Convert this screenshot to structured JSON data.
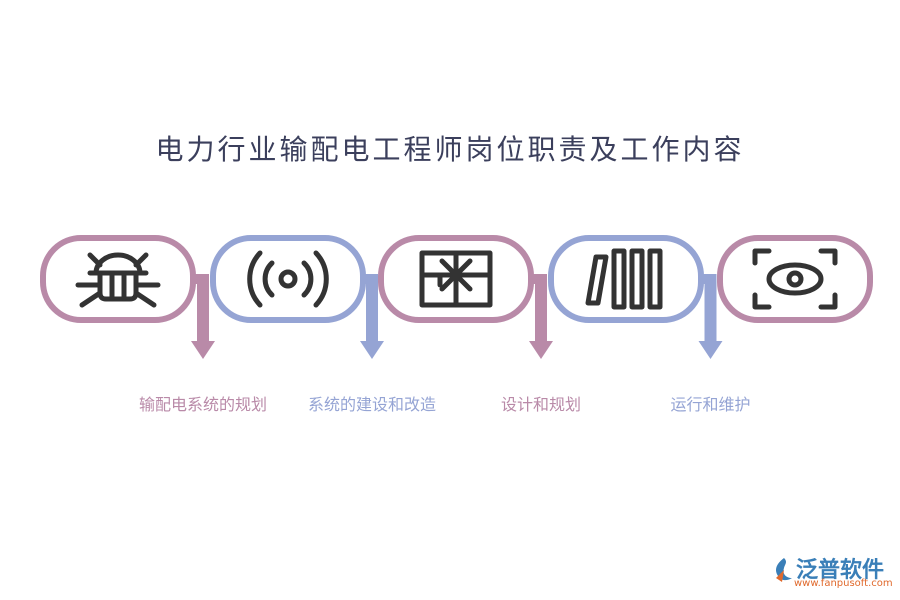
{
  "title": "电力行业输配电工程师岗位职责及工作内容",
  "colors": {
    "mauve": "#b98aa8",
    "periwinkle": "#95a4d4",
    "icon": "#333333",
    "title": "#3b3f5c"
  },
  "nodes": [
    {
      "icon": "bug-icon",
      "color": "mauve"
    },
    {
      "icon": "wireless-signal-icon",
      "color": "periwinkle"
    },
    {
      "icon": "gift-box-icon",
      "color": "mauve"
    },
    {
      "icon": "bar-columns-icon",
      "color": "periwinkle"
    },
    {
      "icon": "camera-scan-icon",
      "color": "mauve"
    }
  ],
  "labels": [
    {
      "text": "输配电系统的规划",
      "color": "mauve"
    },
    {
      "text": "系统的建设和改造",
      "color": "periwinkle"
    },
    {
      "text": "设计和规划",
      "color": "mauve"
    },
    {
      "text": "运行和维护",
      "color": "periwinkle"
    }
  ],
  "brand": {
    "name": "泛普软件",
    "url": "www.fanpusoft.com"
  }
}
